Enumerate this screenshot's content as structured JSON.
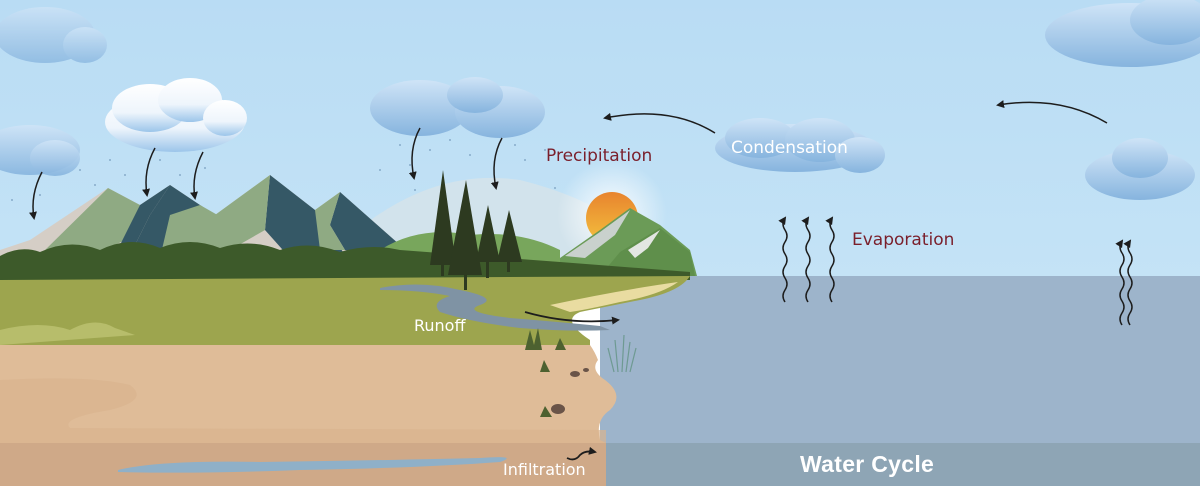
{
  "diagram": {
    "title": "Water Cycle",
    "labels": {
      "precipitation": "Precipitation",
      "condensation": "Condensation",
      "evaporation": "Evaporation",
      "runoff": "Runoff",
      "infiltration": "Infiltration"
    },
    "colors": {
      "sky": "#bcdff5",
      "sea": "#9db4cb",
      "sea_band": "#8ea5b5",
      "grass": "#9da54e",
      "soil": "#dfbc98",
      "soil_band": "#cfa988",
      "label_dark": "#7a1f2b",
      "label_light": "#ffffff",
      "mountain_dark": "#355866",
      "mountain_light": "#8faa83",
      "forest": "#3d5a2a",
      "sun": "#e9963a"
    }
  }
}
